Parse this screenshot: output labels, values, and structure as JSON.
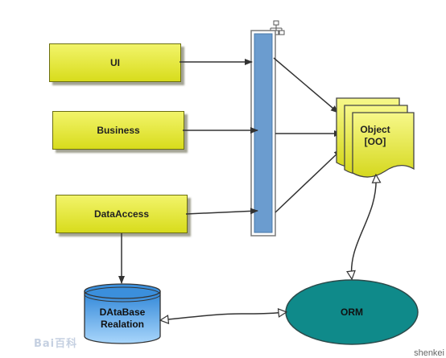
{
  "layers": [
    {
      "id": "ui",
      "label": "UI"
    },
    {
      "id": "business",
      "label": "Business"
    },
    {
      "id": "dataaccess",
      "label": "DataAccess"
    }
  ],
  "object_label_line1": "Object",
  "object_label_line2": "[OO]",
  "database_label_line1": "DAtaBase",
  "database_label_line2": "Realation",
  "orm_label": "ORM",
  "watermark": "Bai百科",
  "corner_text": "shenkei",
  "colors": {
    "layer_fill": "#e8ea2e",
    "bus_fill": "#6b9ccf",
    "object_fill": "#e8ea2e",
    "orm_fill": "#0f8a8a",
    "database_fill": "#5aa6e6"
  },
  "icons": [
    "hierarchy-icon"
  ]
}
